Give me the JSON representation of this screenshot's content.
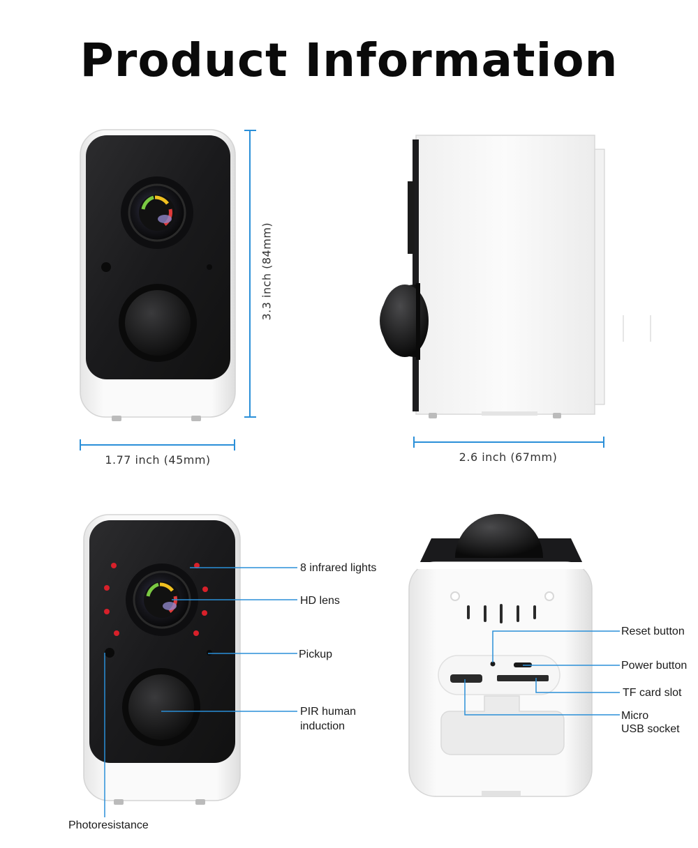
{
  "title": "Product Information",
  "dimensions": {
    "height": "3.3 inch (84mm)",
    "width": "1.77 inch (45mm)",
    "depth": "2.6 inch (67mm)"
  },
  "callouts": {
    "infrared": "8 infrared lights",
    "hd_lens": "HD lens",
    "pickup": "Pickup",
    "pir_line1": "PIR human",
    "pir_line2": "induction",
    "photoresistance": "Photoresistance",
    "reset": "Reset button",
    "power": "Power button",
    "tf_card": "TF card slot",
    "usb_line1": "Micro",
    "usb_line2": "USB socket"
  },
  "colors": {
    "dimension_line": "#2a8fd8",
    "callout_line": "#2a8fd8",
    "device_body": "#f4f4f4",
    "device_face": "#1c1c1e",
    "ir_led": "#d8202a"
  }
}
